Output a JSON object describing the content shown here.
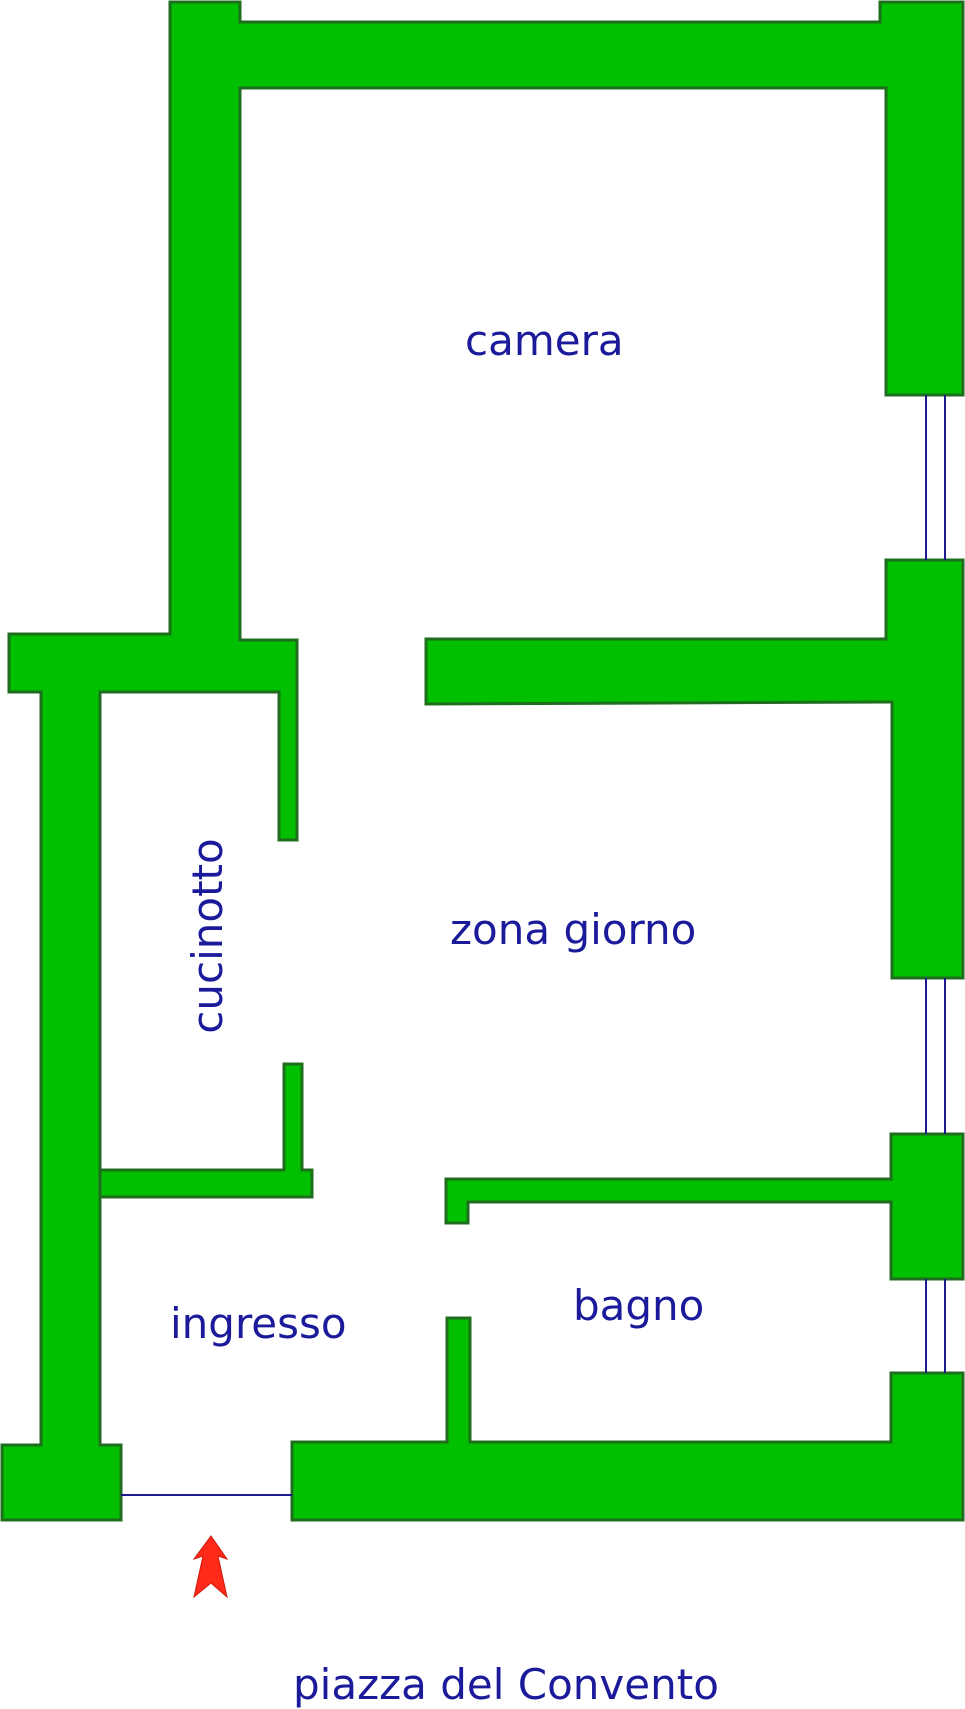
{
  "floorplan": {
    "rooms": {
      "camera": "camera",
      "zona_giorno": "zona giorno",
      "cucinotto": "cucinotto",
      "ingresso": "ingresso",
      "bagno": "bagno"
    },
    "street": "piazza del Convento",
    "entrance_arrow": "entrance-arrow-icon"
  },
  "colors": {
    "wall": "#00c000",
    "wall_outline": "#1f6e1f",
    "text": "#1a1a9a",
    "window_lines": "#1c1c8c",
    "arrow": "#ff2a1a"
  }
}
